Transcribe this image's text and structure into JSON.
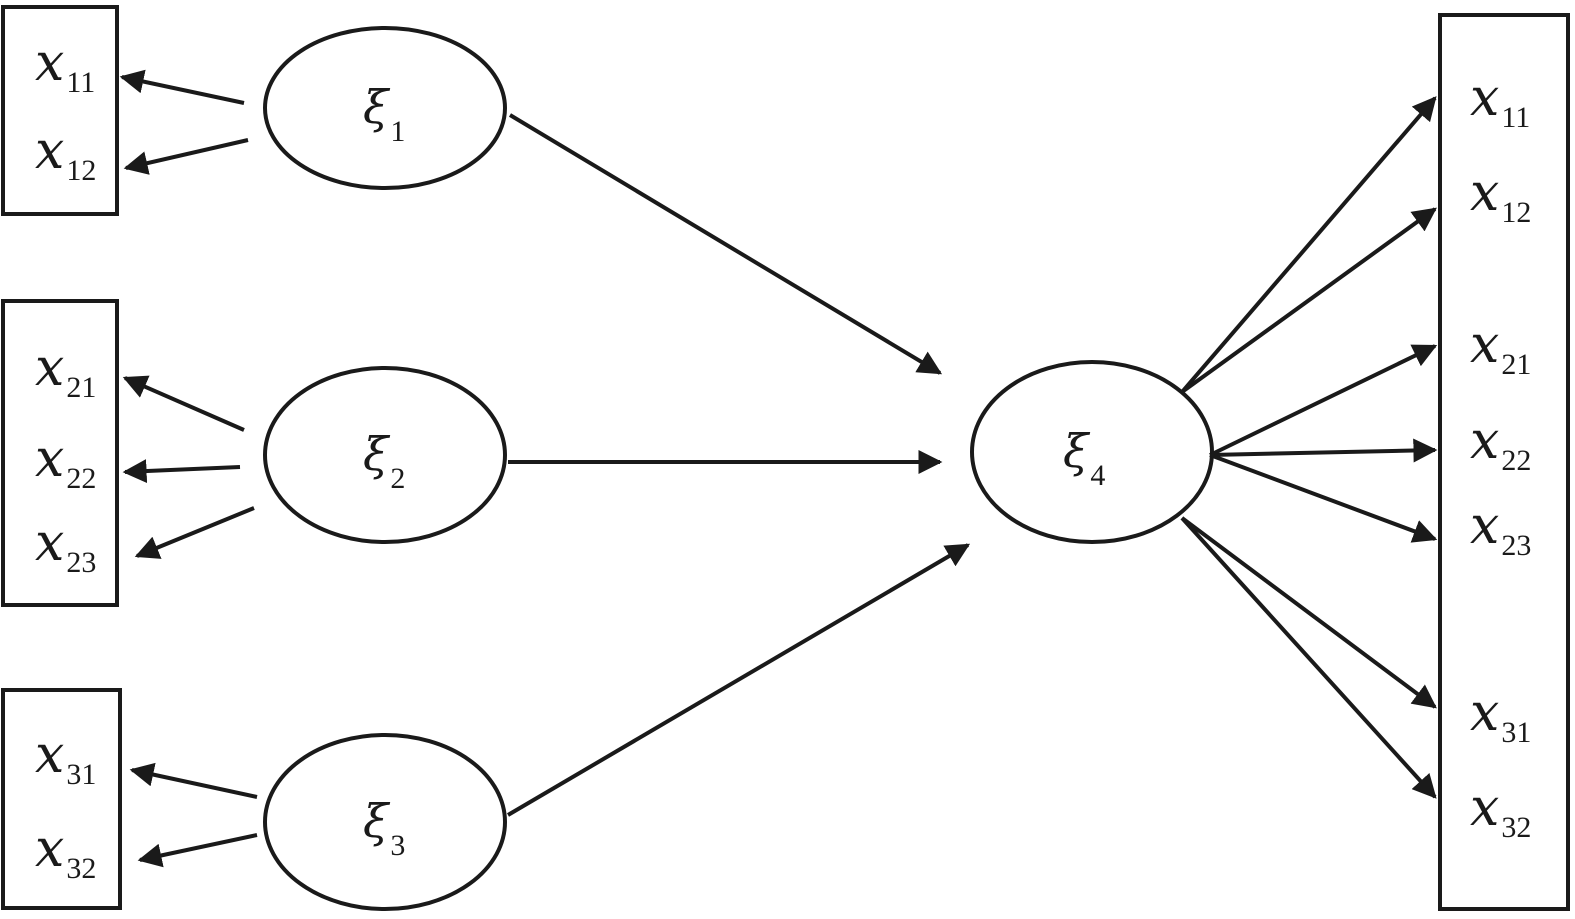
{
  "latent_nodes": [
    {
      "id": "xi1",
      "symbol": "ξ",
      "subscript": "1"
    },
    {
      "id": "xi2",
      "symbol": "ξ",
      "subscript": "2"
    },
    {
      "id": "xi3",
      "symbol": "ξ",
      "subscript": "3"
    },
    {
      "id": "xi4",
      "symbol": "ξ",
      "subscript": "4"
    }
  ],
  "indicator_groups": [
    {
      "id": "group-1",
      "items": [
        {
          "symbol": "x",
          "subscript": "11"
        },
        {
          "symbol": "x",
          "subscript": "12"
        }
      ]
    },
    {
      "id": "group-2",
      "items": [
        {
          "symbol": "x",
          "subscript": "21"
        },
        {
          "symbol": "x",
          "subscript": "22"
        },
        {
          "symbol": "x",
          "subscript": "23"
        }
      ]
    },
    {
      "id": "group-3",
      "items": [
        {
          "symbol": "x",
          "subscript": "31"
        },
        {
          "symbol": "x",
          "subscript": "32"
        }
      ]
    },
    {
      "id": "group-4",
      "items": [
        {
          "symbol": "x",
          "subscript": "11"
        },
        {
          "symbol": "x",
          "subscript": "12"
        },
        {
          "symbol": "x",
          "subscript": "21"
        },
        {
          "symbol": "x",
          "subscript": "22"
        },
        {
          "symbol": "x",
          "subscript": "23"
        },
        {
          "symbol": "x",
          "subscript": "31"
        },
        {
          "symbol": "x",
          "subscript": "32"
        }
      ]
    }
  ],
  "paths": [
    {
      "from": "xi1",
      "to": "xi4"
    },
    {
      "from": "xi2",
      "to": "xi4"
    },
    {
      "from": "xi3",
      "to": "xi4"
    }
  ],
  "colors": {
    "line": "#1a1a1a",
    "background": "#ffffff"
  }
}
